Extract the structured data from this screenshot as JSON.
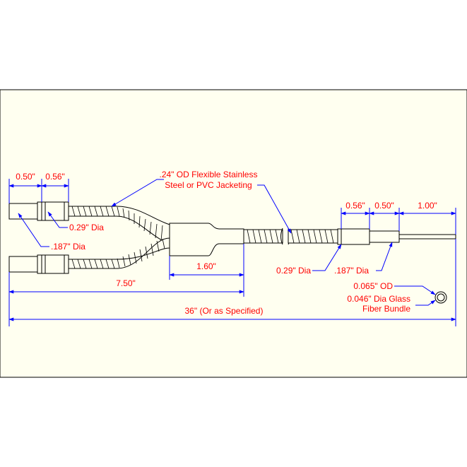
{
  "colors": {
    "background": "#ffffff",
    "panel": "#fffff0",
    "panel_border": "#000000",
    "line": "#0000ff",
    "label": "#ff0000",
    "part_outline": "#000000"
  },
  "dimensions": {
    "tip_length_a": "0.50\"",
    "ferrule_length_a": "0.56\"",
    "ferrule_dia_a": "0.29\" Dia",
    "tip_dia_a": ".187\" Dia",
    "breakout_length": "1.60\"",
    "leg_length": "7.50\"",
    "overall_length": "36\" (Or as Specified)",
    "ferrule_length_b": "0.56\"",
    "tip_length_b": "0.50\"",
    "fiber_length_b": "1.00\"",
    "ferrule_dia_b": "0.29\" Dia",
    "tip_dia_b": ".187\" Dia"
  },
  "notes": {
    "jacket_line1": ".24\" OD Flexible Stainless",
    "jacket_line2": "Steel or PVC Jacketing",
    "bundle_od": "0.065\" OD",
    "bundle_line1": "0.046\" Dia Glass",
    "bundle_line2": "Fiber Bundle"
  }
}
